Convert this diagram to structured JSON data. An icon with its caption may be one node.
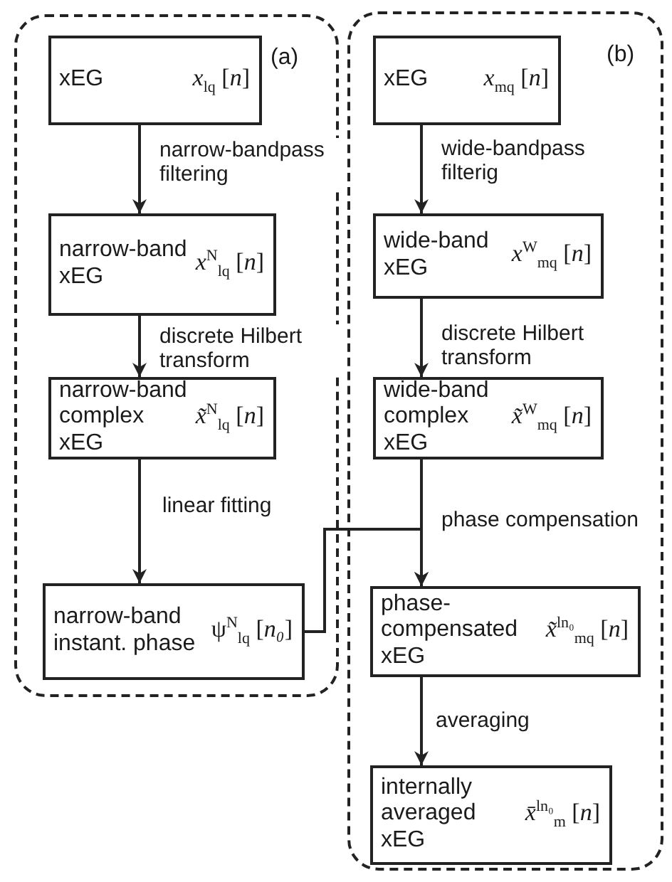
{
  "diagram": {
    "nodes": [
      {
        "text": [
          "(a)"
        ]
      },
      {
        "text": [
          "xEG",
          "*x*$_{lq}$ [*n*]"
        ],
        "in": 0
      },
      {
        "text": [
          "narrow-band xEG",
          "*x*$^{N}$$_{lq}$ [*n*]"
        ],
        "in": 0
      },
      {
        "text": [
          "narrow-band complex xEG",
          "*x̃*$^{N}$$_{lq}$ [*n*]"
        ],
        "in": 0
      },
      {
        "text": [
          "narrow-band instant. phase",
          "ψ$^{N}$$_{lq}$ [*n₀*]"
        ],
        "in": 0
      },
      {
        "text": [
          "(b)"
        ]
      },
      {
        "text": [
          "xEG",
          "*x*$_{mq}$ [*n*]"
        ],
        "in": 5
      },
      {
        "text": [
          "wide-band xEG",
          "*x*$^{W}$$_{mq}$ [*n*]"
        ],
        "in": 5
      },
      {
        "text": [
          "wide-band complex xEG",
          "*x̃*$^{W}$$_{mq}$ [*n*]"
        ],
        "in": 5
      },
      {
        "text": [
          "phase-compensated xEG",
          "*x̃*$^{ln₀}$$_{mq}$ [*n*]"
        ],
        "in": 5
      },
      {
        "text": [
          "internally averaged xEG",
          "*x̄*$^{ln₀}$$_{m}$ [*n*]"
        ],
        "in": 5
      }
    ],
    "edges": [
      {
        "from": 1,
        "to": 2,
        "arrow": "to",
        "label": "narrow-bandpass filtering"
      },
      {
        "from": 2,
        "to": 3,
        "arrow": "to",
        "label": "discrete Hilbert transform"
      },
      {
        "from": 3,
        "to": 4,
        "arrow": "to",
        "label": "linear fitting"
      },
      {
        "from": 6,
        "to": 7,
        "arrow": "to",
        "label": "wide-bandpass filterig"
      },
      {
        "from": 7,
        "to": 8,
        "arrow": "to",
        "label": "discrete Hilbert transform"
      },
      {
        "from": 8,
        "to": 9,
        "arrow": "to",
        "label": "phase compensation"
      },
      {
        "from": 4,
        "to": 9,
        "arrow": "to"
      },
      {
        "from": 9,
        "to": 10,
        "arrow": "to",
        "label": "averaging"
      }
    ]
  }
}
